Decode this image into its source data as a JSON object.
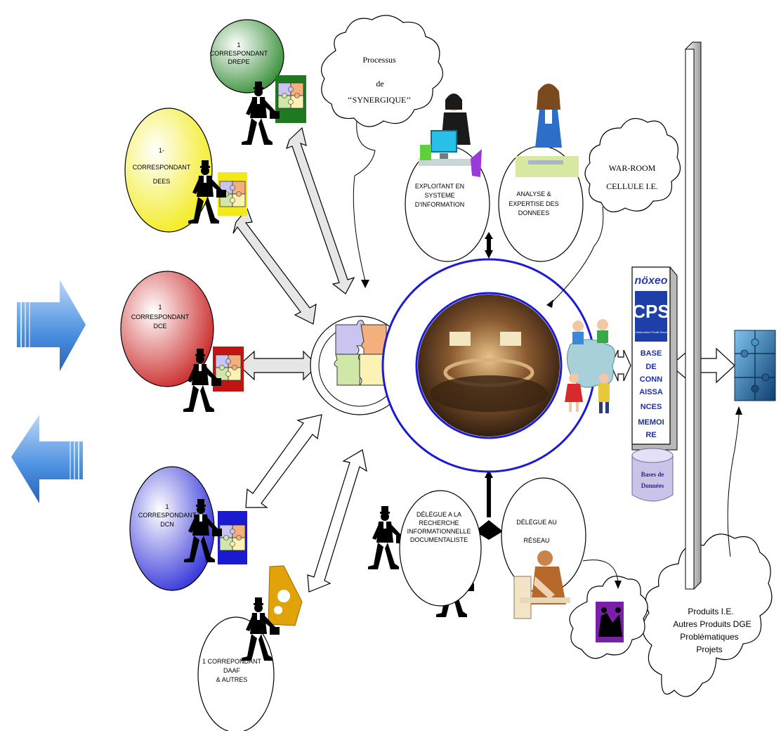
{
  "correspondents": {
    "drepe": [
      "1",
      "CORRESPONDANT",
      "DREPE"
    ],
    "dees": [
      "1-",
      "CORRESPONDANT",
      "DEES"
    ],
    "dce": [
      "1",
      "CORRESPONDANT",
      "DCE"
    ],
    "dcn": [
      "1",
      "CORRESPONDANT",
      "DCN"
    ],
    "daaf": [
      "1 CORREPONDANT",
      "DAAF",
      "& AUTRES"
    ]
  },
  "clouds": {
    "processus": [
      "Processus",
      "de",
      "‘‘SYNERGIQUE’’"
    ],
    "war_room": [
      "WAR-ROOM",
      "CELLULE I.E."
    ],
    "produits": [
      "Produits I.E.",
      "Autres Produits DGE",
      "Problématiques",
      "Projets"
    ]
  },
  "roles": {
    "exploitant": [
      "EXPLOITANT EN",
      "SYSTEME",
      "D'INFORMATION"
    ],
    "analyse": [
      "ANALYSE &",
      "EXPERTISE DES",
      "DONNEES"
    ],
    "delegue_recherche": [
      "DÉLÉGUE A LA",
      "RECHERCHE",
      "INFORMATIONNELLE",
      "DOCUMENTALISTE"
    ],
    "delegue_reseau": [
      "DÉLÉGUE AU",
      "RÉSEAU"
    ]
  },
  "server": {
    "brand": "nöxeo",
    "product": "CPS",
    "subtitle": "Collaborative Portal Server",
    "kb_lines": [
      "BASE",
      "DE",
      "CONN",
      "AISSA",
      "NCES",
      "MEMOI",
      "RE"
    ],
    "db_lines": [
      "Bases de",
      "Données"
    ]
  },
  "colors": {
    "drepe": "#2f8a2f",
    "dees": "#f2ea10",
    "dce": "#c81e1e",
    "dcn": "#2a2ad8",
    "center_ring": "#1b1bd6",
    "side_arrows": "#4a8fe0"
  },
  "icons": [
    "businessman-icon",
    "puzzle-icon",
    "computer-operator-icon",
    "headset-operator-icon",
    "meeting-room-photo",
    "people-puzzle-icon",
    "handshake-icon",
    "database-cylinder-icon"
  ]
}
